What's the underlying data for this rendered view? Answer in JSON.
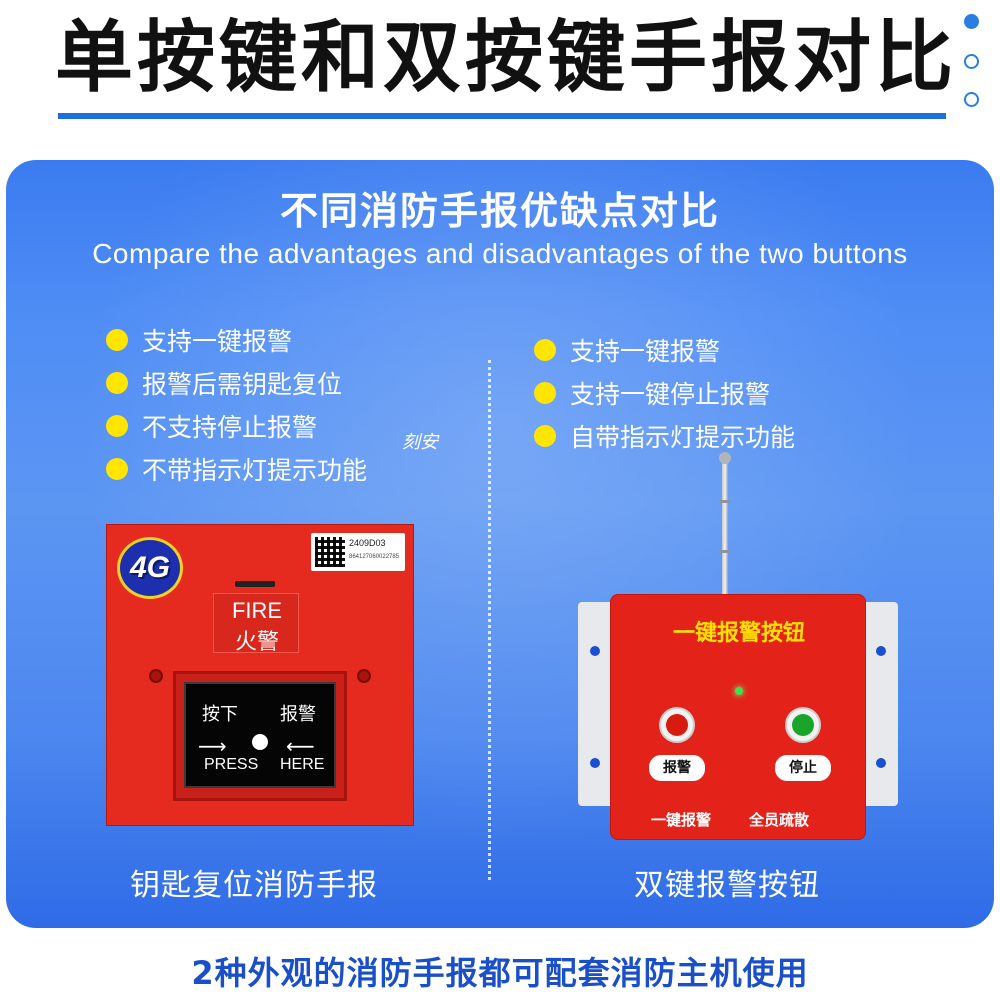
{
  "page": {
    "title": "单按键和双按键手报对比",
    "footer": "2种外观的消防手报都可配套消防主机使用"
  },
  "panel": {
    "title": "不同消防手报优缺点对比",
    "subtitle": "Compare the advantages and disadvantages of the two buttons",
    "watermark": "刻安"
  },
  "left_product": {
    "features": [
      "支持一键报警",
      "报警后需钥匙复位",
      "不支持停止报警",
      "不带指示灯提示功能"
    ],
    "caption": "钥匙复位消防手报",
    "badge": "4G",
    "serial": "2409D03",
    "serial_small": "864127060022785",
    "window_en": "FIRE",
    "window_cn": "火警",
    "press_cn_left": "按下",
    "press_cn_right": "报警",
    "press_en_left": "PRESS",
    "press_en_right": "HERE"
  },
  "right_product": {
    "features": [
      "支持一键报警",
      "支持一键停止报警",
      "自带指示灯提示功能"
    ],
    "caption": "双键报警按钮",
    "device_title": "一键报警按钮",
    "button_alarm_label": "报警",
    "button_stop_label": "停止",
    "caption_left": "一键报警",
    "caption_right": "全员疏散"
  },
  "colors": {
    "accent_blue": "#1f6fd8",
    "panel_blue": "#4f8df5",
    "bullet_yellow": "#ffe500",
    "device_red": "#e3231a",
    "footer_blue": "#1a4fc8"
  }
}
